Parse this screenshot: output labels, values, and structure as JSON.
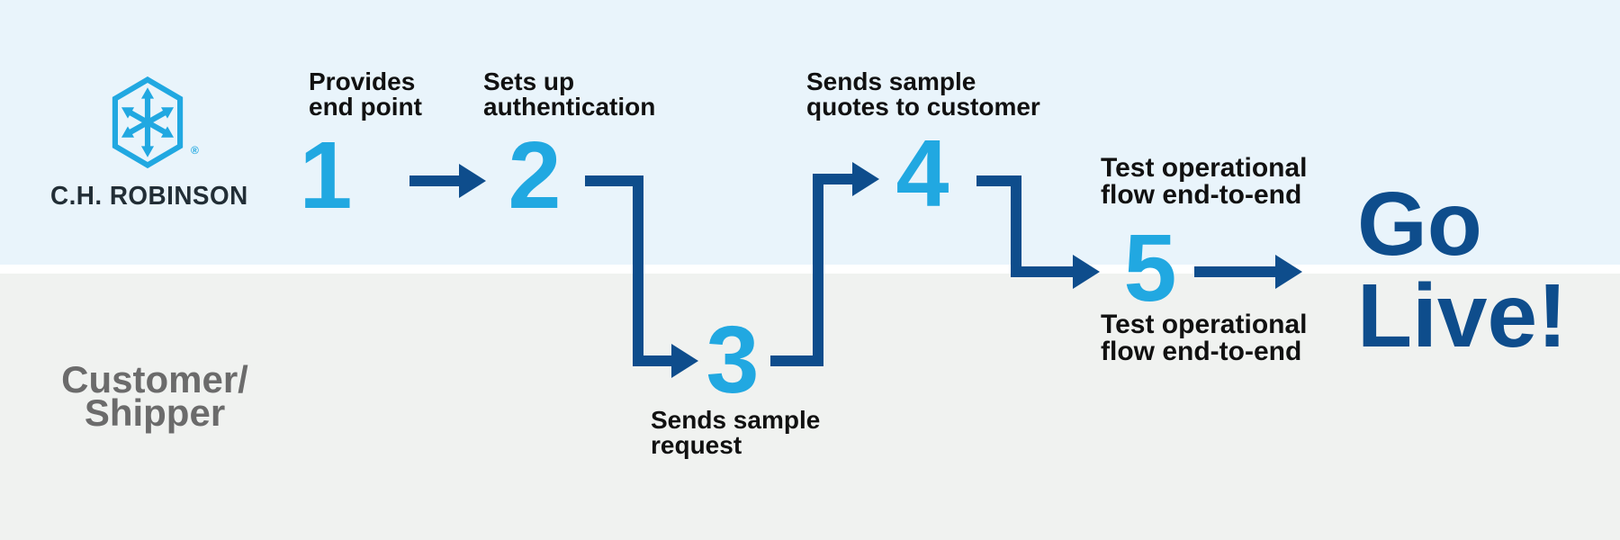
{
  "colors": {
    "lane_top_bg": "#e9f4fb",
    "lane_bottom_bg": "#f0f2f0",
    "divider": "#ffffff",
    "accent_cyan": "#21a8e1",
    "accent_navy": "#0e4d8c",
    "step_label_text": "#111111",
    "customer_text": "#6b6b6b",
    "wordmark_text": "#222e36"
  },
  "brand": {
    "name": "C.H. ROBINSON",
    "registered_mark": "®",
    "logo_icon": "hexagon-arrows-icon"
  },
  "customer": {
    "line1": "Customer/",
    "line2": "Shipper"
  },
  "steps": [
    {
      "number": "1",
      "lane": "chrobinson",
      "label": [
        "Provides",
        "end point"
      ]
    },
    {
      "number": "2",
      "lane": "chrobinson",
      "label": [
        "Sets up",
        "authentication"
      ]
    },
    {
      "number": "3",
      "lane": "customer",
      "label": [
        "Sends sample",
        "request"
      ]
    },
    {
      "number": "4",
      "lane": "chrobinson",
      "label": [
        "Sends sample",
        "quotes to customer"
      ]
    },
    {
      "number": "5",
      "lane": "both",
      "label_top": [
        "Test operational",
        "flow end-to-end"
      ],
      "label_bottom": [
        "Test operational",
        "flow end-to-end"
      ]
    }
  ],
  "finale": {
    "line1": "Go",
    "line2": "Live!"
  }
}
